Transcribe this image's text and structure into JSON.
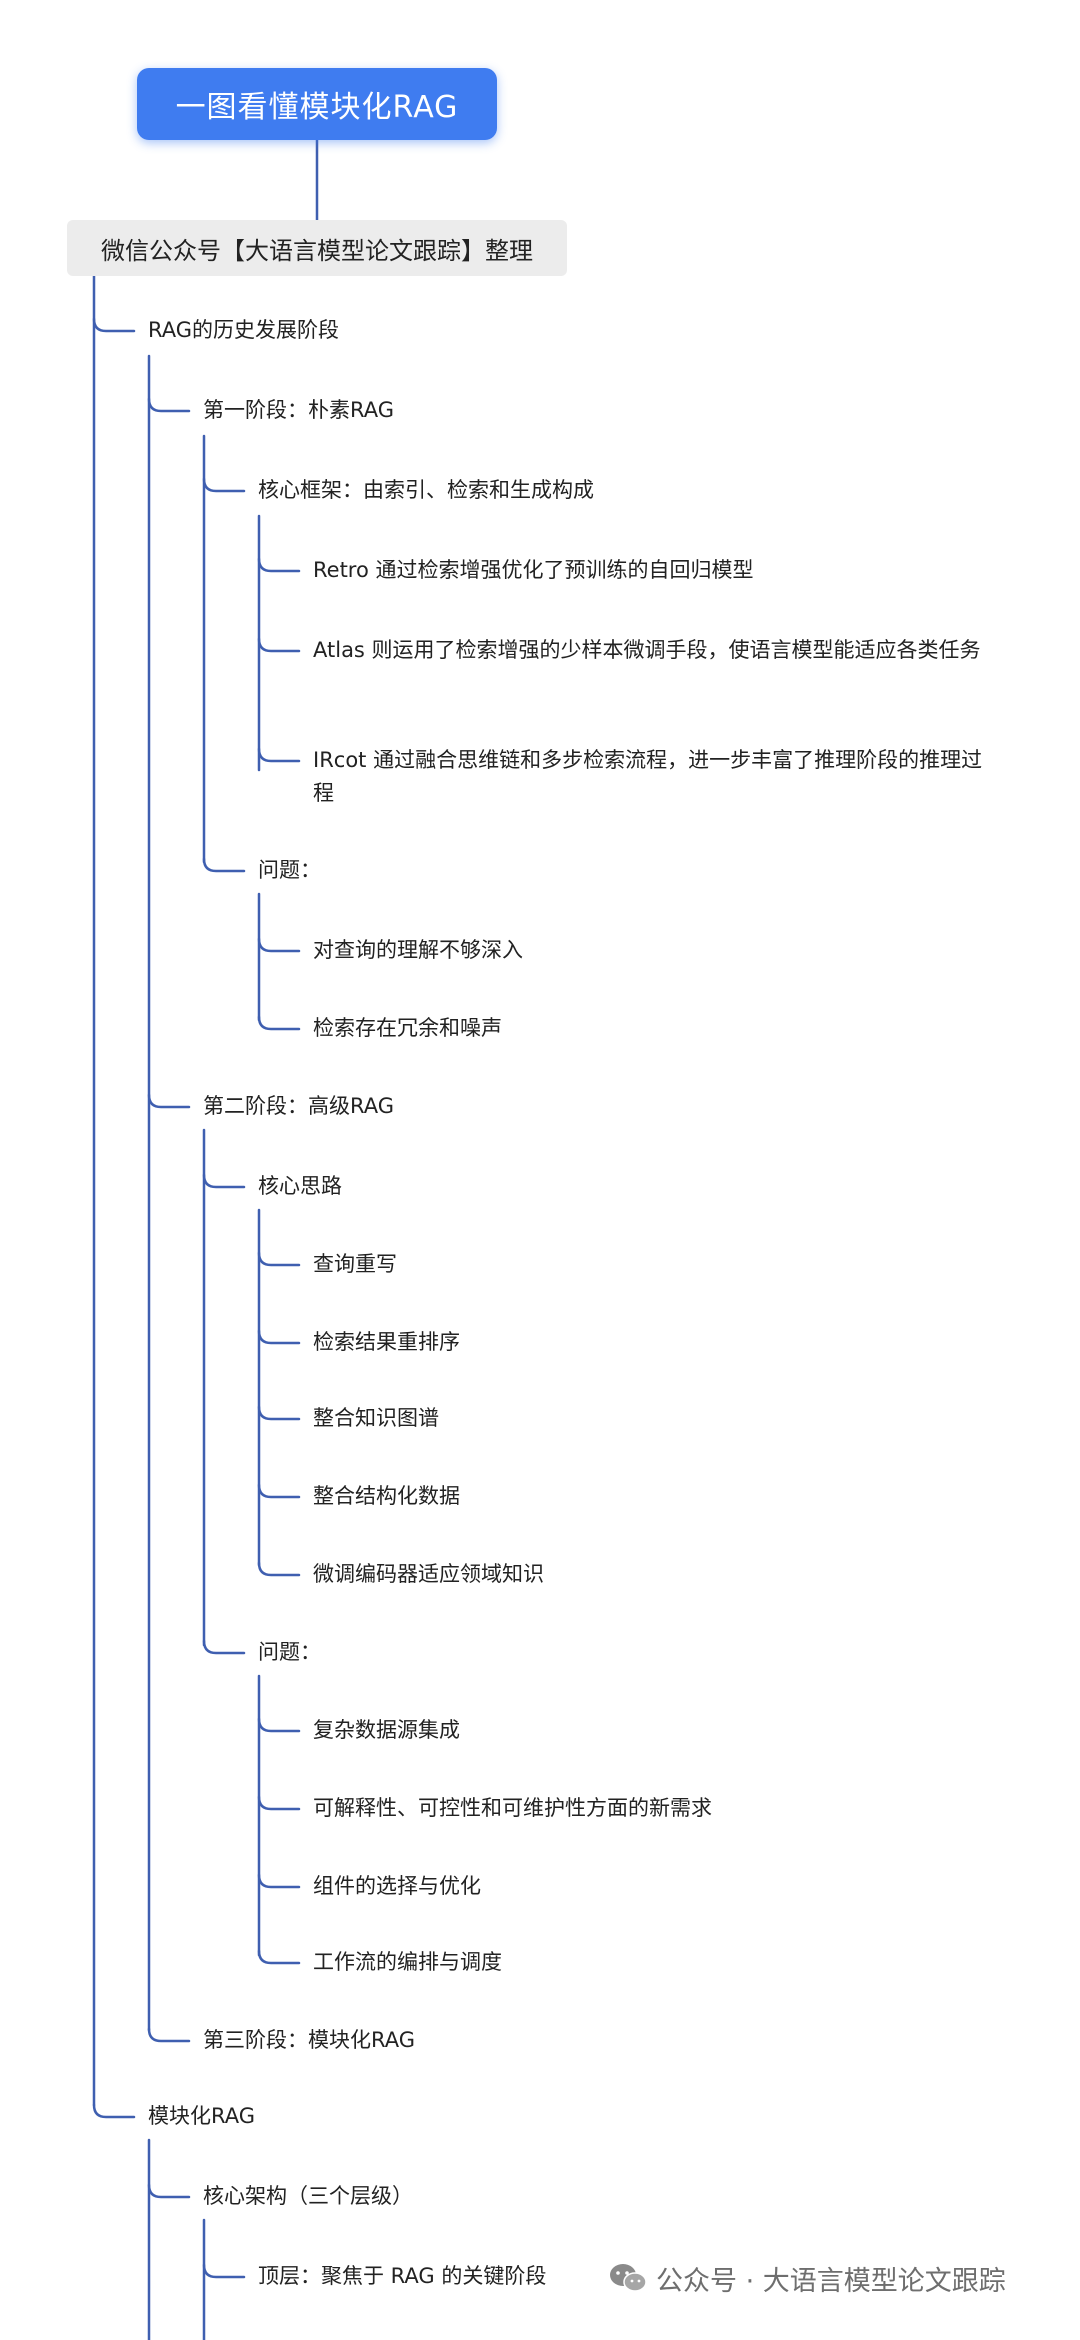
{
  "title": "一图看懂模块化RAG",
  "subtitle": "微信公众号【大语言模型论文跟踪】整理",
  "nodes": {
    "history": "RAG的历史发展阶段",
    "stage1": "第一阶段：朴素RAG",
    "stage1_core": "核心框架：由索引、检索和生成构成",
    "stage1_core_items": [
      "Retro 通过检索增强优化了预训练的自回归模型",
      "Atlas 则运用了检索增强的少样本微调手段，使语言模型能适应各类任务",
      "IRcot 通过融合思维链和多步检索流程，进一步丰富了推理阶段的推理过程"
    ],
    "stage1_problems": "问题：",
    "stage1_problem_items": [
      "对查询的理解不够深入",
      "检索存在冗余和噪声"
    ],
    "stage2": "第二阶段：高级RAG",
    "stage2_core": "核心思路",
    "stage2_core_items": [
      "查询重写",
      "检索结果重排序",
      "整合知识图谱",
      "整合结构化数据",
      "微调编码器适应领域知识"
    ],
    "stage2_problems": "问题：",
    "stage2_problem_items": [
      "复杂数据源集成",
      "可解释性、可控性和可维护性方面的新需求",
      "组件的选择与优化",
      "工作流的编排与调度"
    ],
    "stage3": "第三阶段：模块化RAG",
    "modular": "模块化RAG",
    "modular_core": "核心架构（三个层级）",
    "modular_top": "顶层：聚焦于 RAG 的关键阶段"
  },
  "watermark": "公众号 · 大语言模型论文跟踪",
  "colors": {
    "accent": "#3f7cf0",
    "tree_line": "#3f5fb0",
    "subtitle_bg": "#ececec"
  }
}
